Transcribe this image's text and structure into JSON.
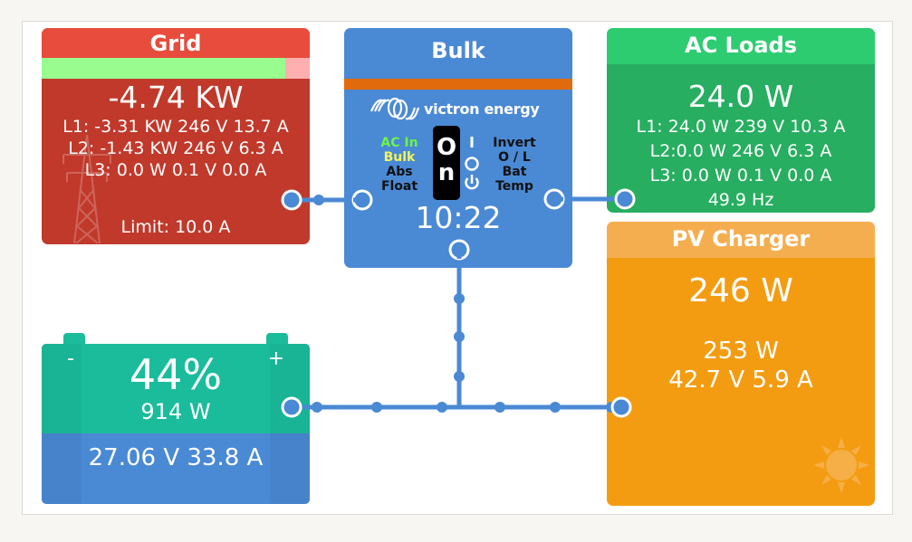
{
  "grid": {
    "title": "Grid",
    "current_limit_usage_fraction": 0.91,
    "power": "-4.74 KW",
    "phases": [
      "L1: -3.31 KW 246 V 13.7 A",
      "L2: -1.43 KW 246 V 6.3 A",
      "L3: 0.0 W 0.1 V 0.0 A"
    ],
    "limit": "Limit: 10.0 A",
    "icon": "pylon-icon",
    "colors": {
      "header": "#e74c3c",
      "body": "#c0392b",
      "limit_fill": "#98fd8e",
      "limit_rest": "#ffafaf"
    }
  },
  "inverter": {
    "title": "Bulk",
    "brand": "victron energy",
    "leds_left": [
      {
        "label": "AC In",
        "color": "#6df548"
      },
      {
        "label": "Bulk",
        "color": "#f3f35a"
      },
      {
        "label": "Abs",
        "color": "#111111"
      },
      {
        "label": "Float",
        "color": "#111111"
      }
    ],
    "switch_label_top": "O",
    "switch_label_bottom": "n",
    "switch_symbols": [
      "I",
      "O",
      "power-icon"
    ],
    "leds_right": [
      "Invert",
      "O / L",
      "Bat",
      "Temp"
    ],
    "clock": "10:22",
    "colors": {
      "body": "#4a89d4",
      "stripe": "#e06a0c"
    }
  },
  "ac_loads": {
    "title": "AC Loads",
    "power": "24.0 W",
    "phases": [
      "L1: 24.0 W 239 V 10.3 A",
      "L2:0.0 W 246 V 6.3 A",
      "L3: 0.0 W 0.1 V 0.0 A"
    ],
    "frequency": "49.9 Hz",
    "colors": {
      "header": "#2ecc71",
      "body": "#27ae60"
    }
  },
  "pv_charger": {
    "title": "PV Charger",
    "power": "246 W",
    "array_power": "253 W",
    "array_vi": "42.7 V 5.9 A",
    "icon": "sun-icon",
    "colors": {
      "header": "#f5ae4f",
      "body": "#f39c12"
    }
  },
  "battery": {
    "minus": "-",
    "plus": "+",
    "soc": "44%",
    "power": "914 W",
    "voltage_current": "27.06 V  33.8 A",
    "colors": {
      "top": "#1abc9c",
      "bottom": "#4a89d4"
    }
  },
  "wires": {
    "color": "#4a89d4"
  }
}
